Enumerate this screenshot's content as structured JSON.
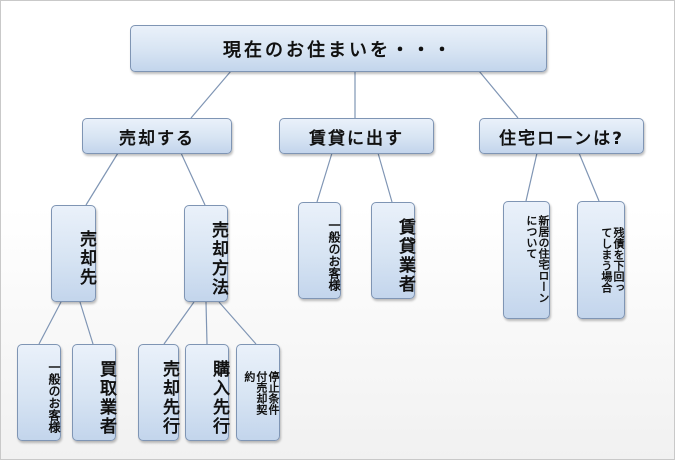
{
  "root": {
    "label": "現在のお住まいを・・・"
  },
  "branches": {
    "sell": {
      "label": "売却する",
      "buyer": {
        "label": "売却先",
        "options": [
          "一般のお客様",
          "買取業者"
        ]
      },
      "method": {
        "label": "売却方法",
        "options": [
          "売却先行",
          "購入先行",
          "停止条件付売却契約"
        ]
      }
    },
    "rent": {
      "label": "賃貸に出す",
      "options": [
        "一般のお客様",
        "賃貸業者"
      ]
    },
    "loan": {
      "label": "住宅ローンは?",
      "options": [
        "新居の住宅ローンについて",
        "残債を下回ってしまう場合"
      ]
    }
  },
  "colors": {
    "box_top": "#eaf1fa",
    "box_bottom": "#c3d5ec",
    "box_border": "#7f95b4",
    "connector": "#7f95b4"
  }
}
